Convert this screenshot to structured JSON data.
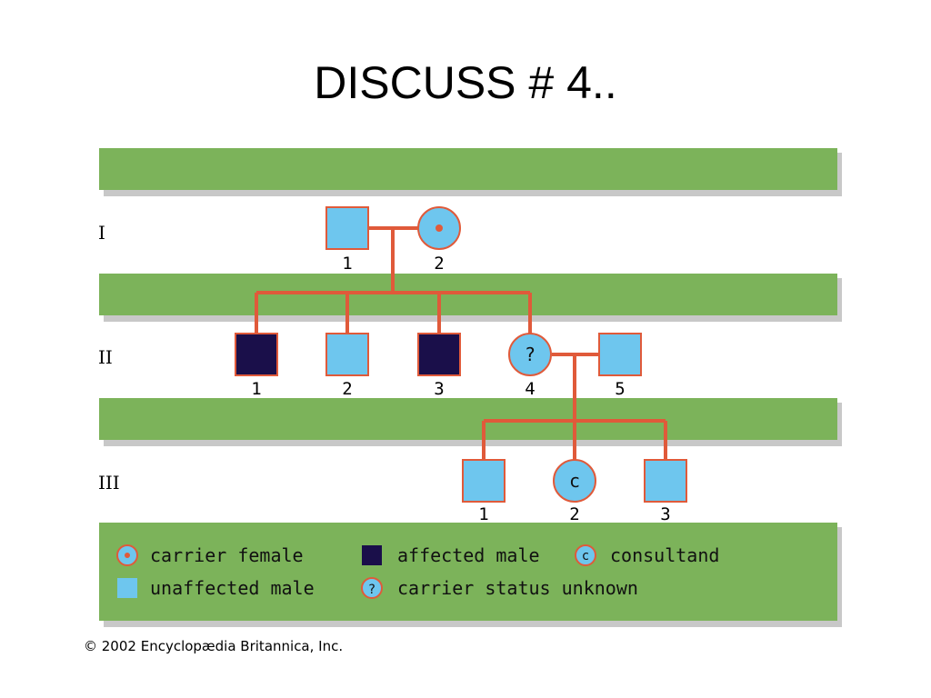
{
  "slide": {
    "title": "DISCUSS # 4.."
  },
  "generations": [
    {
      "label": "I",
      "individuals": [
        {
          "number": "1",
          "sex": "male",
          "status": "unaffected",
          "symbol": ""
        },
        {
          "number": "2",
          "sex": "female",
          "status": "carrier",
          "symbol": ""
        }
      ]
    },
    {
      "label": "II",
      "individuals": [
        {
          "number": "1",
          "sex": "male",
          "status": "affected",
          "symbol": ""
        },
        {
          "number": "2",
          "sex": "male",
          "status": "unaffected",
          "symbol": ""
        },
        {
          "number": "3",
          "sex": "male",
          "status": "affected",
          "symbol": ""
        },
        {
          "number": "4",
          "sex": "female",
          "status": "carrier status unknown",
          "symbol": "?"
        },
        {
          "number": "5",
          "sex": "male",
          "status": "unaffected",
          "symbol": ""
        }
      ]
    },
    {
      "label": "III",
      "individuals": [
        {
          "number": "1",
          "sex": "male",
          "status": "unaffected",
          "symbol": ""
        },
        {
          "number": "2",
          "sex": "female",
          "status": "consultand",
          "symbol": "c"
        },
        {
          "number": "3",
          "sex": "male",
          "status": "unaffected",
          "symbol": ""
        }
      ]
    }
  ],
  "legend": {
    "carrier_female": "carrier female",
    "affected_male": "affected male",
    "consultand": "consultand",
    "consultand_symbol": "c",
    "unaffected_male": "unaffected male",
    "carrier_unknown": "carrier status unknown",
    "carrier_unknown_symbol": "?"
  },
  "colors": {
    "band": "#7cb35a",
    "line": "#e05a3a",
    "unaffected_fill": "#6ec6ee",
    "affected_fill": "#1a0f4a",
    "carrier_dot": "#e05a3a"
  },
  "copyright": "© 2002 Encyclopædia Britannica, Inc."
}
